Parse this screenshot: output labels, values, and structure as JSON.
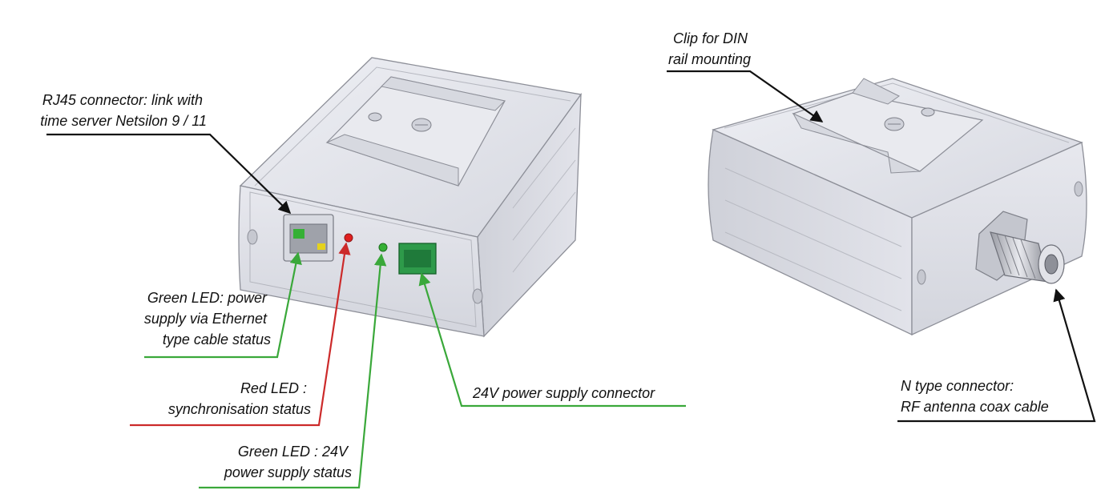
{
  "labels": {
    "rj45": [
      "RJ45 connector: link with",
      "time server Netsilon 9 / 11"
    ],
    "green_poe": [
      "Green LED: power",
      "supply via Ethernet",
      "type cable status"
    ],
    "red_led": [
      "Red LED :",
      "synchronisation status"
    ],
    "green_24v": [
      "Green LED : 24V",
      "power supply status"
    ],
    "power_connector": [
      "24V power supply connector"
    ],
    "din_clip": [
      "Clip for DIN",
      "rail mounting"
    ],
    "n_connector": [
      "N type connector:",
      "RF antenna coax cable"
    ]
  },
  "colors": {
    "black_leader": "#111111",
    "green_leader": "#3aa83a",
    "red_leader": "#cc2a2a",
    "red_led": "#e02020",
    "green_led": "#35b035",
    "terminal_block": "#2e9a4a"
  }
}
